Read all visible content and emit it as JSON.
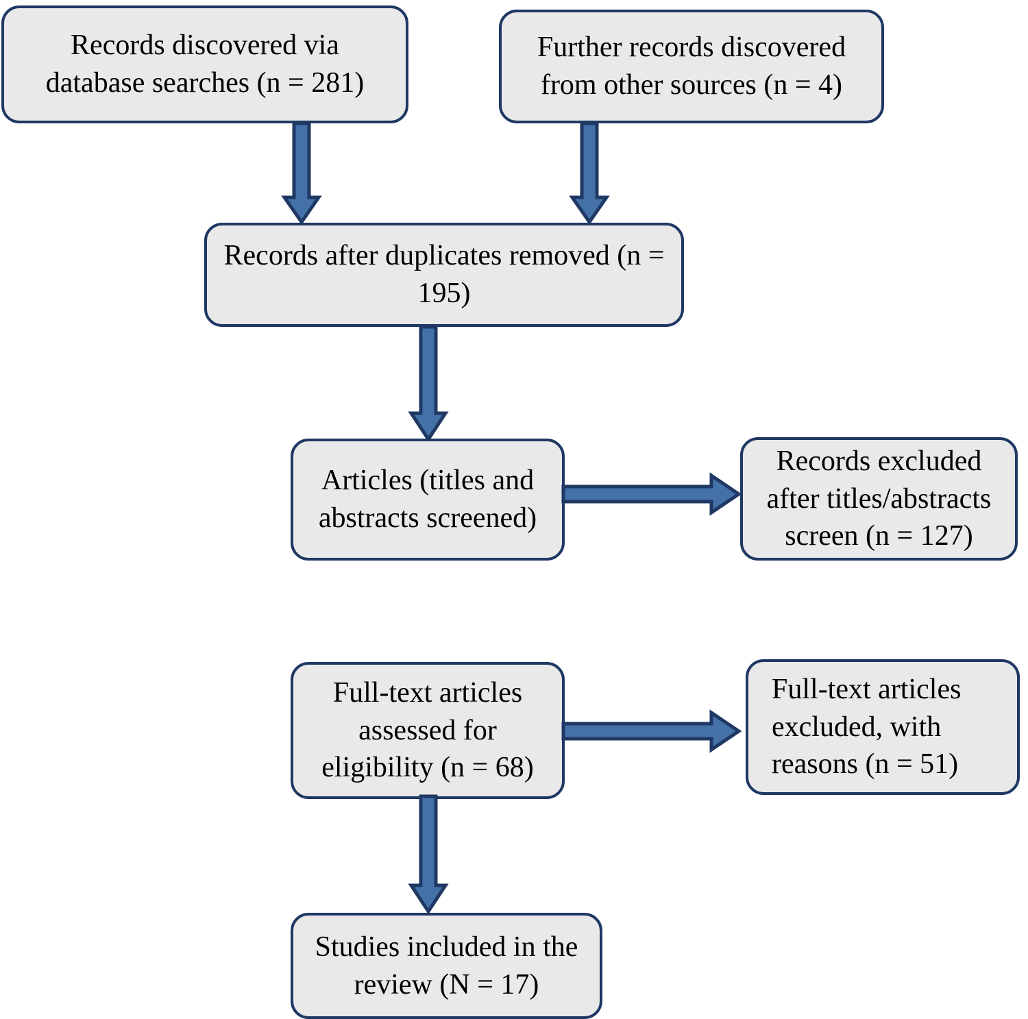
{
  "diagram": {
    "title": "PRISMA study selection flow diagram",
    "colors": {
      "box_fill": "#E9E9E9",
      "box_border": "#1F3864",
      "arrow_fill": "#4472A8",
      "arrow_border": "#1F3864",
      "text": "#000000",
      "background": "#FFFFFF"
    },
    "nodes": [
      {
        "id": "records-database",
        "label": "Records discovered via\ndatabase searches (n = 281)",
        "count": 281,
        "count_prefix": "n"
      },
      {
        "id": "records-other-sources",
        "label": "Further records discovered\nfrom other sources (n = 4)",
        "count": 4,
        "count_prefix": "n"
      },
      {
        "id": "records-after-duplicates",
        "label": "Records after duplicates removed (n =\n195)",
        "count": 195,
        "count_prefix": "n"
      },
      {
        "id": "articles-screened",
        "label": "Articles (titles and\nabstracts screened)",
        "count": null,
        "count_prefix": null
      },
      {
        "id": "records-excluded-screen",
        "label": "Records excluded\nafter titles/abstracts\nscreen (n = 127)",
        "count": 127,
        "count_prefix": "n"
      },
      {
        "id": "fulltext-assessed",
        "label": "Full-text articles\nassessed for\neligibility (n = 68)",
        "count": 68,
        "count_prefix": "n"
      },
      {
        "id": "fulltext-excluded",
        "label": "Full-text articles\nexcluded, with\nreasons (n = 51)",
        "count": 51,
        "count_prefix": "n"
      },
      {
        "id": "studies-included",
        "label": "Studies included in the\nreview (N = 17)",
        "count": 17,
        "count_prefix": "N"
      }
    ],
    "edges": [
      {
        "id": "edge-database-to-duplicates",
        "from": "records-database",
        "to": "records-after-duplicates",
        "direction": "down"
      },
      {
        "id": "edge-other-to-duplicates",
        "from": "records-other-sources",
        "to": "records-after-duplicates",
        "direction": "down"
      },
      {
        "id": "edge-duplicates-to-articles",
        "from": "records-after-duplicates",
        "to": "articles-screened",
        "direction": "down"
      },
      {
        "id": "edge-articles-to-excluded",
        "from": "articles-screened",
        "to": "records-excluded-screen",
        "direction": "right"
      },
      {
        "id": "edge-fulltext-to-excluded",
        "from": "fulltext-assessed",
        "to": "fulltext-excluded",
        "direction": "right"
      },
      {
        "id": "edge-fulltext-to-included",
        "from": "fulltext-assessed",
        "to": "studies-included",
        "direction": "down"
      }
    ]
  }
}
